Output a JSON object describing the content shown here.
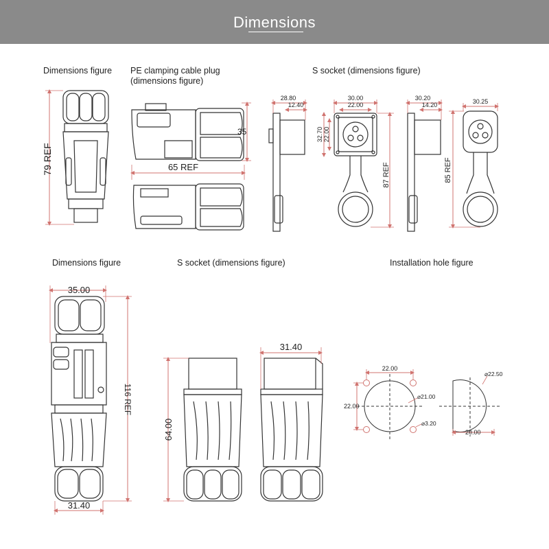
{
  "header": {
    "title": "Dimensions"
  },
  "sections": {
    "dim_fig_top": "Dimensions figure",
    "pe_plug": "PE clamping cable plug\n(dimensions figure)",
    "s_socket_top": "S socket (dimensions figure)",
    "dim_fig_bottom": "Dimensions figure",
    "s_socket_bottom": "S socket (dimensions figure)",
    "install_hole": "Installation hole figure"
  },
  "dims": {
    "ref79": "79 REF",
    "plug35": "35",
    "ref65": "65 REF",
    "sock_28_80": "28.80",
    "sock_12_40": "12.40",
    "sock_30_00": "30.00",
    "sock_22_00_top": "22.00",
    "sock_32_70": "32.70",
    "sock_22_00_side": "22.00",
    "ref87": "87 REF",
    "sock_30_20": "30.20",
    "sock_14_20": "14.20",
    "sock_30_25": "30.25",
    "ref85": "85 REF",
    "b_35_00": "35.00",
    "ref116": "116 REF",
    "b_31_40_bottom": "31.40",
    "b_64_00": "64.00",
    "b_31_40_top": "31.40",
    "hole_22_00_top": "22.00",
    "hole_22_00_left": "22.00",
    "hole_d21": "⌀21.00",
    "hole_d3_20": "⌀3.20",
    "hole_d22_50": "⌀22.50",
    "hole_20_00": "20.00"
  },
  "colors": {
    "header": "#8a8a8a",
    "dimension_line": "#d0736f",
    "outline": "#333333"
  }
}
